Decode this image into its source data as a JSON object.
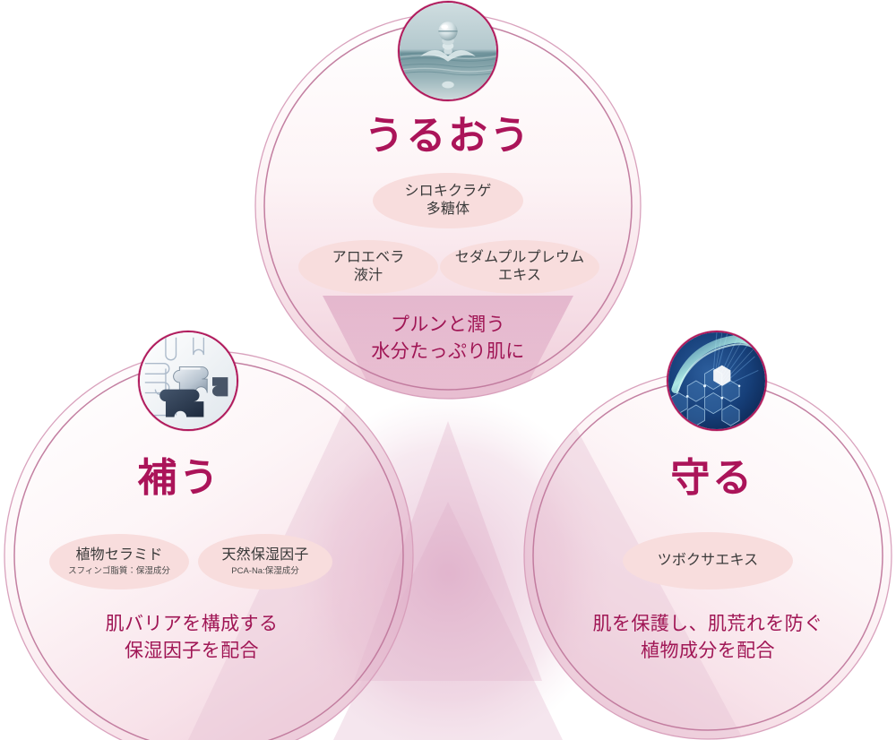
{
  "figure": {
    "kind": "three-overlapping-circles-venn",
    "background_color": "#ffffff",
    "title_color": "#ab1459",
    "description_color": "#a01655",
    "pill_fill_color": "#f8dddd",
    "pill_text_color": "#3a3a3a",
    "circle_stroke_color": "#c98ba8",
    "icon_ring_color": "#b01a5c"
  },
  "circles": [
    {
      "id": "moisturize",
      "title": "うるおう",
      "icon_name": "water-droplet-icon",
      "description_lines": [
        "プルンと潤う",
        "水分たっぷり肌に"
      ],
      "ingredients": [
        {
          "name_lines": [
            "シロキクラゲ",
            "多糖体"
          ],
          "sub": ""
        },
        {
          "name_lines": [
            "アロエベラ",
            "液汁"
          ],
          "sub": ""
        },
        {
          "name_lines": [
            "セダムプルプレウム",
            "エキス"
          ],
          "sub": ""
        }
      ]
    },
    {
      "id": "replenish",
      "title": "補う",
      "icon_name": "puzzle-pieces-icon",
      "description_lines": [
        "肌バリアを構成する",
        "保湿因子を配合"
      ],
      "ingredients": [
        {
          "name_lines": [
            "植物セラミド"
          ],
          "sub": "スフィンゴ脂質：保湿成分"
        },
        {
          "name_lines": [
            "天然保湿因子"
          ],
          "sub": "PCA-Na:保湿成分"
        }
      ]
    },
    {
      "id": "protect",
      "title": "守る",
      "icon_name": "honeycomb-shield-icon",
      "description_lines": [
        "肌を保護し、肌荒れを防ぐ",
        "植物成分を配合"
      ],
      "ingredients": [
        {
          "name_lines": [
            "ツボクサエキス"
          ],
          "sub": ""
        }
      ]
    }
  ]
}
